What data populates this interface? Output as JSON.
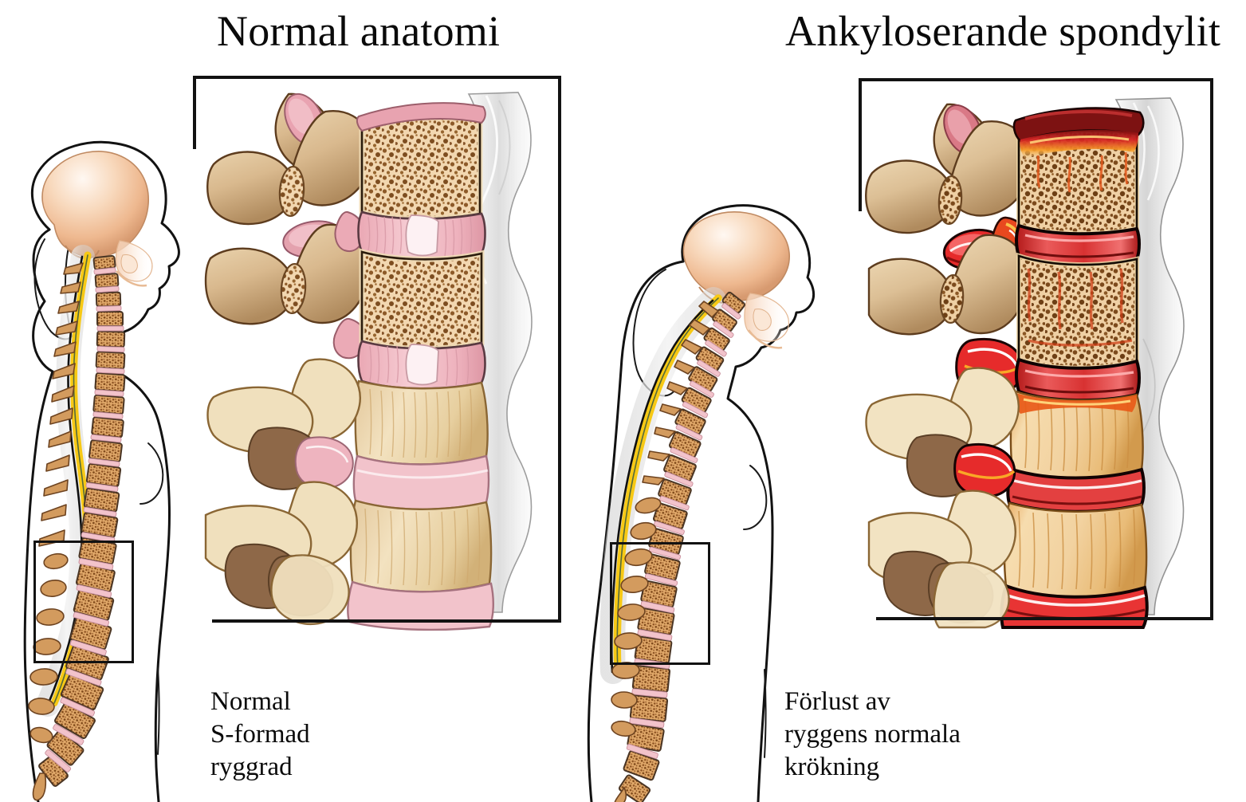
{
  "illustration": {
    "subject": "Ankyloserande spondylit",
    "language": "sv",
    "background_color": "#ffffff",
    "text_color": "#0a0a0a"
  },
  "panels": {
    "left": {
      "title": "Normal anatomi",
      "caption_lines": [
        "Normal",
        "S-formad",
        "ryggrad"
      ],
      "figure_label": "normal-spine-silhouette",
      "detail_label": "normal-lumbar-vertebrae-detail"
    },
    "right": {
      "title": "Ankyloserande spondylit",
      "caption_lines": [
        "Förlust av",
        "ryggens normala",
        "krökning"
      ],
      "figure_label": "kyphotic-spine-silhouette",
      "detail_label": "inflamed-fused-vertebrae-detail"
    }
  },
  "palette": {
    "skull_highlight": "#fdf0e6",
    "skull_mid": "#f3cdae",
    "skull_shadow": "#dba57d",
    "bone_cream": "#ecd9b8",
    "bone_tan": "#d9b68a",
    "bone_shadow": "#a37d55",
    "bone_dark": "#7a5636",
    "trabecular_bg": "#efd3ab",
    "trabecular_spot": "#8b5a2b",
    "disc_pink": "#efb3bd",
    "disc_pink_light": "#f8dde2",
    "disc_white": "#fdf3f4",
    "ligament_grey": "#e4e4e4",
    "spinal_cord_yellow": "#f7c915",
    "spinal_cord_edge": "#0d2f33",
    "vertebra_body_brown": "#c08a52",
    "inflammation_red": "#e02a2a",
    "inflammation_deep_red": "#8c1313",
    "inflammation_orange": "#f4922b",
    "fused_disc_red": "#d23a3a",
    "outline_black": "#121212"
  },
  "annotations": {
    "left_lumbar_box": "magnified-region-indicator",
    "right_lumbar_box": "magnified-region-indicator",
    "left_frame": "detail-callout-frame",
    "right_frame": "detail-callout-frame"
  }
}
